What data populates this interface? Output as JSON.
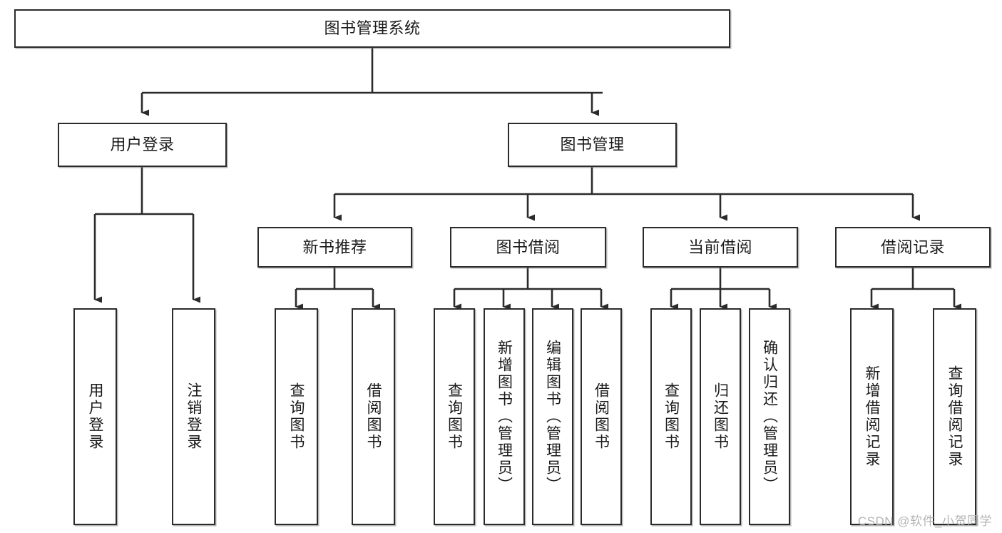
{
  "diagram": {
    "title": "图书管理系统",
    "type": "hierarchy-tree",
    "root": {
      "label": "图书管理系统"
    },
    "level2": [
      {
        "label": "用户登录"
      },
      {
        "label": "图书管理"
      }
    ],
    "level3": [
      {
        "label": "新书推荐"
      },
      {
        "label": "图书借阅"
      },
      {
        "label": "当前借阅"
      },
      {
        "label": "借阅记录"
      }
    ],
    "leaves": {
      "user_login": [
        {
          "label": "用户登录"
        },
        {
          "label": "注销登录"
        }
      ],
      "new_book_recommend": [
        {
          "label": "查询图书"
        },
        {
          "label": "借阅图书"
        }
      ],
      "book_borrow": [
        {
          "label": "查询图书"
        },
        {
          "label": "新增图书（管理员）"
        },
        {
          "label": "编辑图书（管理员）"
        },
        {
          "label": "借阅图书"
        }
      ],
      "current_borrow": [
        {
          "label": "查询图书"
        },
        {
          "label": "归还图书"
        },
        {
          "label": "确认归还（管理员）"
        }
      ],
      "borrow_record": [
        {
          "label": "新增借阅记录"
        },
        {
          "label": "查询借阅记录"
        }
      ]
    }
  },
  "watermark": {
    "text": "CSDN @软件_小贺同学"
  },
  "colors": {
    "border": "#2b2b2b",
    "text": "#1a1a1a",
    "background": "#ffffff",
    "watermark": "#b4b4b4"
  }
}
